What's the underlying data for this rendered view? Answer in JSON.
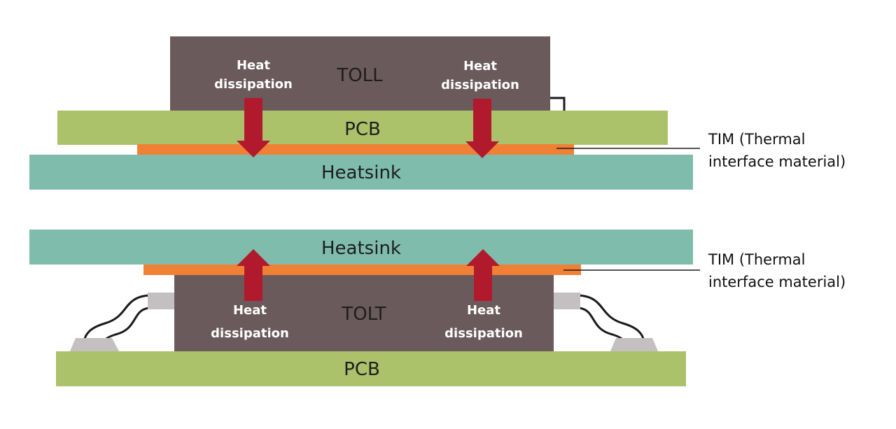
{
  "top": {
    "package_label": "TOLL",
    "pcb_label": "PCB",
    "heatsink_label": "Heatsink",
    "heat_left": [
      "Heat",
      "dissipation"
    ],
    "heat_right": [
      "Heat",
      "dissipation"
    ],
    "tim_callout": [
      "TIM (Thermal",
      "interface material)"
    ]
  },
  "bottom": {
    "package_label": "TOLT",
    "pcb_label": "PCB",
    "heatsink_label": "Heatsink",
    "heat_left": [
      "Heat",
      "dissipation"
    ],
    "heat_right": [
      "Heat",
      "dissipation"
    ],
    "tim_callout": [
      "TIM (Thermal",
      "interface material)"
    ]
  },
  "colors": {
    "package": "#6b5a5c",
    "pcb": "#abc16a",
    "heatsink": "#7fbcab",
    "tim": "#f08036",
    "arrow": "#b11a2c",
    "lead": "#c4c0c2",
    "wire": "#1a1a1a"
  }
}
